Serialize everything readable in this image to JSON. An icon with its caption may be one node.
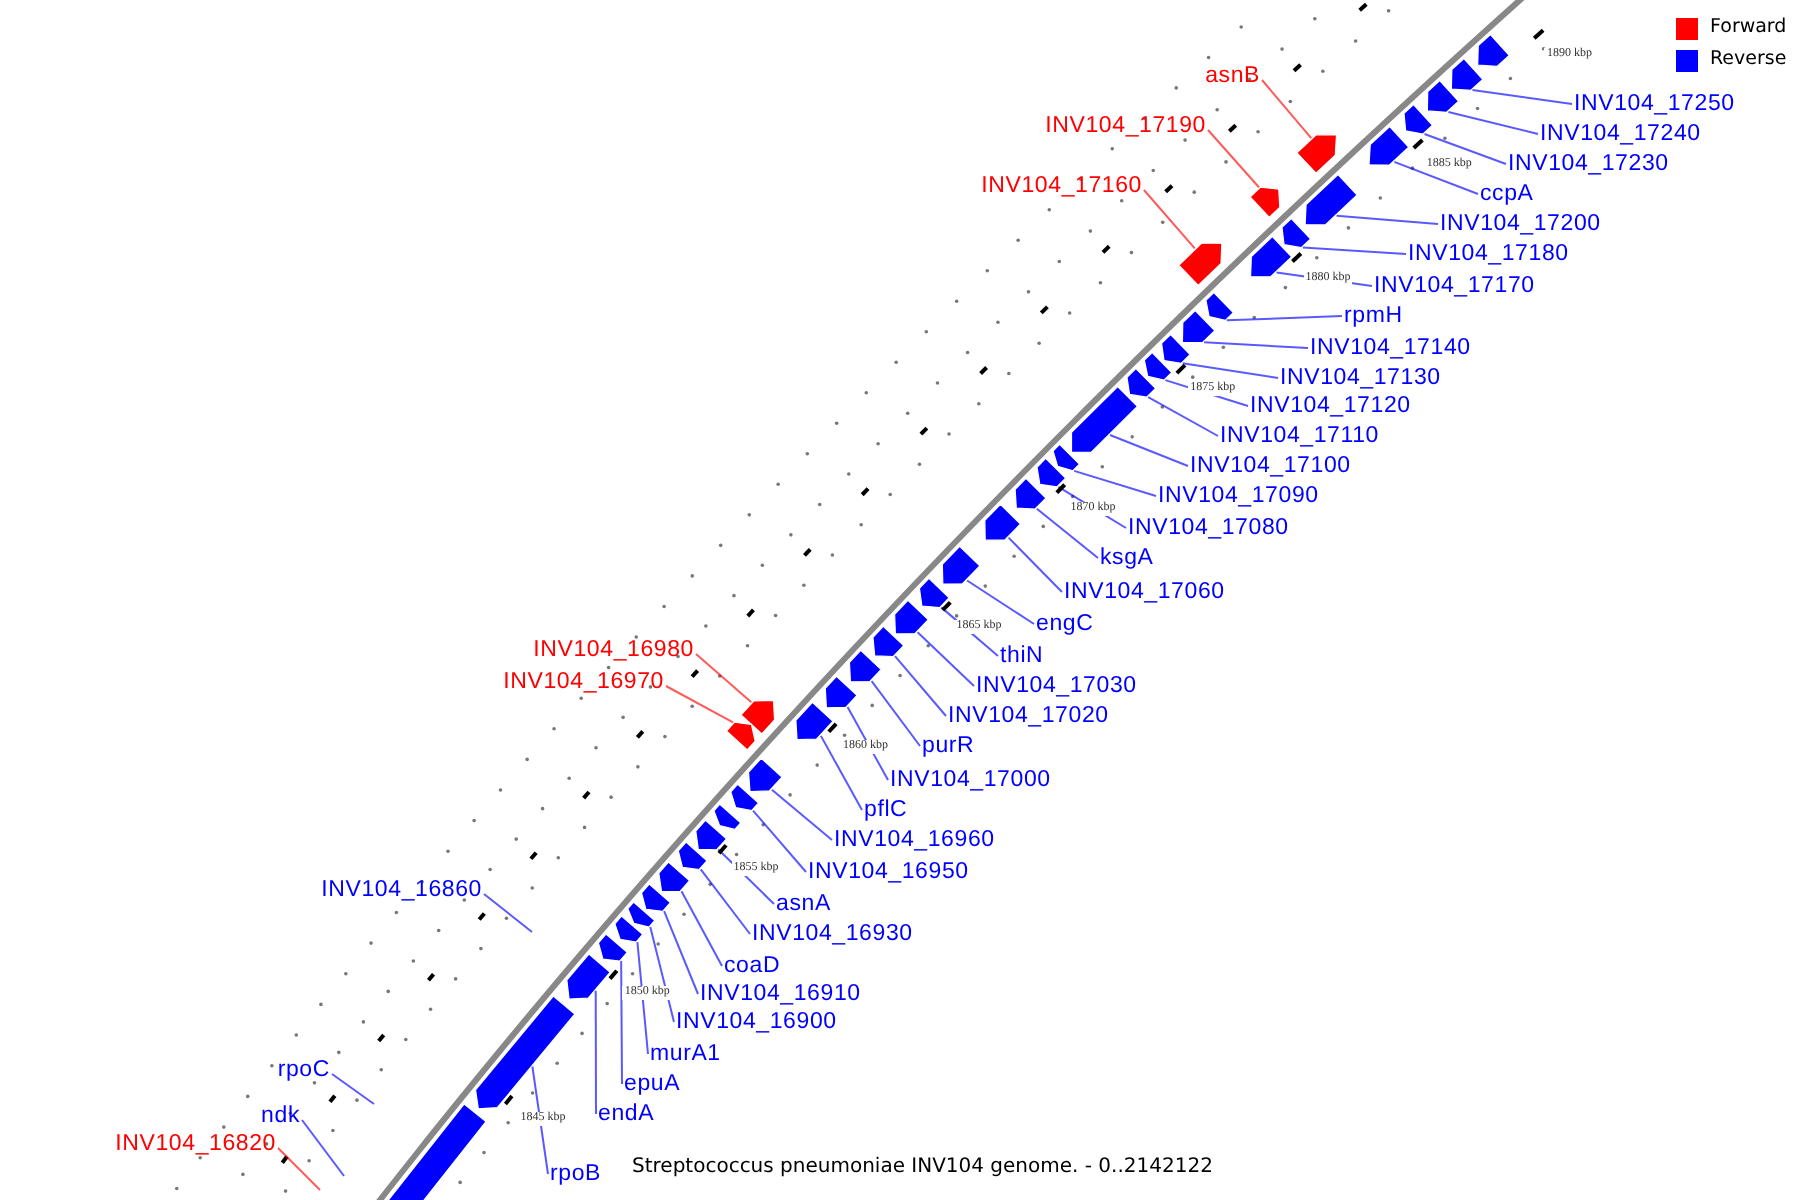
{
  "diagram": {
    "caption": "Streptococcus pneumoniae INV104 genome. - 0..2142122",
    "nodes": [
      {
        "text": [
          "asnB"
        ]
      },
      {
        "text": [
          "INV104_17250"
        ]
      },
      {
        "text": [
          "INV104_17190"
        ]
      },
      {
        "text": [
          "INV104_17240"
        ]
      },
      {
        "text": [
          "INV104_17230"
        ]
      },
      {
        "text": [
          "INV104_17160"
        ]
      },
      {
        "text": [
          "ccpA"
        ]
      },
      {
        "text": [
          "INV104_17200"
        ]
      },
      {
        "text": [
          "INV104_17180"
        ]
      },
      {
        "text": [
          "INV104_17170"
        ]
      },
      {
        "text": [
          "rpmH"
        ]
      },
      {
        "text": [
          "INV104_17140"
        ]
      },
      {
        "text": [
          "INV104_17130"
        ]
      },
      {
        "text": [
          "INV104_17120"
        ]
      },
      {
        "text": [
          "INV104_17110"
        ]
      },
      {
        "text": [
          "INV104_17100"
        ]
      },
      {
        "text": [
          "INV104_17090"
        ]
      },
      {
        "text": [
          "INV104_17080"
        ]
      },
      {
        "text": [
          "ksgA"
        ]
      },
      {
        "text": [
          "INV104_17060"
        ]
      },
      {
        "text": [
          "engC"
        ]
      },
      {
        "text": [
          "INV104_16980"
        ]
      },
      {
        "text": [
          "thiN"
        ]
      },
      {
        "text": [
          "INV104_16970"
        ]
      },
      {
        "text": [
          "INV104_17030"
        ]
      },
      {
        "text": [
          "INV104_17020"
        ]
      },
      {
        "text": [
          "purR"
        ]
      },
      {
        "text": [
          "INV104_17000"
        ]
      },
      {
        "text": [
          "pflC"
        ]
      },
      {
        "text": [
          "INV104_16960"
        ]
      },
      {
        "text": [
          "INV104_16950"
        ]
      },
      {
        "text": [
          "INV104_16860"
        ]
      },
      {
        "text": [
          "asnA"
        ]
      },
      {
        "text": [
          "INV104_16930"
        ]
      },
      {
        "text": [
          "coaD"
        ]
      },
      {
        "text": [
          "INV104_16910"
        ]
      },
      {
        "text": [
          "INV104_16900"
        ]
      },
      {
        "text": [
          "murA1"
        ]
      },
      {
        "text": [
          "rpoC"
        ]
      },
      {
        "text": [
          "epuA"
        ]
      },
      {
        "text": [
          "endA"
        ]
      },
      {
        "text": [
          "ndk"
        ]
      },
      {
        "text": [
          "INV104_16820"
        ]
      },
      {
        "text": [
          "rpoB"
        ]
      },
      {
        "text": [],
        "shape": "bar"
      },
      {
        "text": [],
        "shape": "bar"
      },
      {
        "text": [],
        "shape": "bar"
      },
      {
        "text": [],
        "shape": "bar"
      },
      {
        "text": [],
        "shape": "bar"
      },
      {
        "text": [],
        "shape": "bar"
      },
      {
        "text": [],
        "shape": "bar"
      },
      {
        "text": [],
        "shape": "bar"
      },
      {
        "text": [],
        "shape": "bar"
      },
      {
        "text": [],
        "shape": "bar"
      },
      {
        "text": [],
        "shape": "bar"
      },
      {
        "text": [],
        "shape": "bar"
      },
      {
        "text": [],
        "shape": "bar"
      },
      {
        "text": [],
        "shape": "bar"
      },
      {
        "text": [],
        "shape": "bar"
      },
      {
        "text": [],
        "shape": "bar"
      },
      {
        "text": [],
        "shape": "bar"
      },
      {
        "text": [],
        "shape": "bar"
      },
      {
        "text": [],
        "shape": "bar"
      },
      {
        "text": [],
        "shape": "bar"
      },
      {
        "text": [],
        "shape": "bar"
      },
      {
        "text": [],
        "shape": "bar"
      },
      {
        "text": [],
        "shape": "bar"
      },
      {
        "text": [],
        "shape": "bar"
      },
      {
        "text": [],
        "shape": "bar"
      },
      {
        "text": [],
        "shape": "bar"
      },
      {
        "text": [],
        "shape": "bar"
      },
      {
        "text": [],
        "shape": "bar"
      },
      {
        "text": [],
        "shape": "bar"
      },
      {
        "text": [],
        "shape": "bar"
      },
      {
        "text": [],
        "shape": "bar"
      },
      {
        "text": [],
        "shape": "bar"
      },
      {
        "text": [],
        "shape": "bar"
      },
      {
        "text": [],
        "shape": "bar"
      },
      {
        "text": [],
        "shape": "bar"
      },
      {
        "text": [],
        "shape": "bar"
      },
      {
        "text": [],
        "shape": "bar"
      },
      {
        "text": [],
        "shape": "bar"
      },
      {
        "text": [],
        "shape": "bar"
      },
      {
        "text": [],
        "shape": "bar"
      },
      {
        "text": [],
        "shape": "bar"
      },
      {
        "text": [],
        "shape": "bar"
      },
      {
        "text": [],
        "shape": "bar"
      }
    ],
    "edges": [
      {
        "from": 0,
        "to": 48,
        "arrow": "none",
        "color": "#ff0000"
      },
      {
        "from": 1,
        "to": 45,
        "arrow": "none"
      },
      {
        "from": 2,
        "to": 51,
        "arrow": "none",
        "color": "#ff0000"
      },
      {
        "from": 3,
        "to": 46,
        "arrow": "none"
      },
      {
        "from": 4,
        "to": 47,
        "arrow": "none"
      },
      {
        "from": 5,
        "to": 53,
        "arrow": "none",
        "color": "#ff0000"
      },
      {
        "from": 6,
        "to": 49,
        "arrow": "none"
      },
      {
        "from": 7,
        "to": 50,
        "arrow": "none"
      },
      {
        "from": 8,
        "to": 52,
        "arrow": "none"
      },
      {
        "from": 9,
        "to": 54,
        "arrow": "none"
      },
      {
        "from": 10,
        "to": 55,
        "arrow": "none"
      },
      {
        "from": 11,
        "to": 56,
        "arrow": "none"
      },
      {
        "from": 12,
        "to": 57,
        "arrow": "none"
      },
      {
        "from": 13,
        "to": 58,
        "arrow": "none"
      },
      {
        "from": 14,
        "to": 59,
        "arrow": "none"
      },
      {
        "from": 15,
        "to": 60,
        "arrow": "none"
      },
      {
        "from": 16,
        "to": 61,
        "arrow": "none"
      },
      {
        "from": 17,
        "to": 62,
        "arrow": "none"
      },
      {
        "from": 18,
        "to": 63,
        "arrow": "none"
      },
      {
        "from": 19,
        "to": 64,
        "arrow": "none"
      },
      {
        "from": 20,
        "to": 65,
        "arrow": "none"
      },
      {
        "from": 21,
        "to": 71,
        "arrow": "none",
        "color": "#ff0000"
      },
      {
        "from": 22,
        "to": 66,
        "arrow": "none"
      },
      {
        "from": 23,
        "to": 73,
        "arrow": "none",
        "color": "#ff0000"
      },
      {
        "from": 24,
        "to": 67,
        "arrow": "none"
      },
      {
        "from": 25,
        "to": 68,
        "arrow": "none"
      },
      {
        "from": 26,
        "to": 69,
        "arrow": "none"
      },
      {
        "from": 27,
        "to": 70,
        "arrow": "none"
      },
      {
        "from": 28,
        "to": 72,
        "arrow": "none"
      },
      {
        "from": 29,
        "to": 74,
        "arrow": "none"
      },
      {
        "from": 30,
        "to": 75,
        "arrow": "none"
      },
      {
        "from": 31,
        "to": null,
        "arrow": "none"
      },
      {
        "from": 32,
        "to": 77,
        "arrow": "none"
      },
      {
        "from": 33,
        "to": 78,
        "arrow": "none"
      },
      {
        "from": 34,
        "to": 79,
        "arrow": "none"
      },
      {
        "from": 35,
        "to": 80,
        "arrow": "none"
      },
      {
        "from": 36,
        "to": 81,
        "arrow": "none"
      },
      {
        "from": 37,
        "to": 82,
        "arrow": "none"
      },
      {
        "from": 38,
        "to": null,
        "arrow": "none"
      },
      {
        "from": 39,
        "to": 83,
        "arrow": "none"
      },
      {
        "from": 40,
        "to": 84,
        "arrow": "none"
      },
      {
        "from": 41,
        "to": null,
        "arrow": "none"
      },
      {
        "from": 42,
        "to": null,
        "arrow": "none",
        "color": "#ff0000"
      },
      {
        "from": 43,
        "to": 85,
        "arrow": "none"
      }
    ],
    "labels": [
      "1890 kbp",
      "1885 kbp",
      "1880 kbp",
      "1875 kbp",
      "1870 kbp",
      "1865 kbp",
      "1860 kbp",
      "1855 kbp",
      "1850 kbp",
      "1845 kbp"
    ],
    "legend": [
      {
        "text": "Forward",
        "color": "#ff0000"
      },
      {
        "text": "Reverse",
        "color": "#0000ff"
      }
    ]
  }
}
